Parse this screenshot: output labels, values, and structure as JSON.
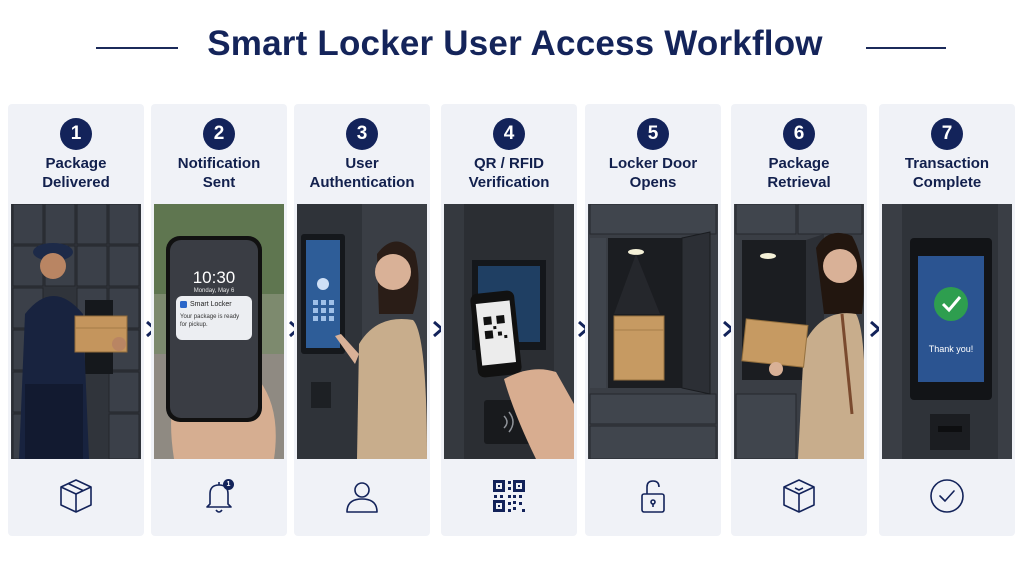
{
  "title": "Smart Locker User Access Workflow",
  "steps": [
    {
      "number": "1",
      "line1": "Package",
      "line2": "Delivered",
      "icon": "package-icon"
    },
    {
      "number": "2",
      "line1": "Notification",
      "line2": "Sent",
      "icon": "bell-icon"
    },
    {
      "number": "3",
      "line1": "User",
      "line2": "Authentication",
      "icon": "user-icon"
    },
    {
      "number": "4",
      "line1": "QR / RFID",
      "line2": "Verification",
      "icon": "qr-code-icon"
    },
    {
      "number": "5",
      "line1": "Locker Door",
      "line2": "Opens",
      "icon": "unlock-icon"
    },
    {
      "number": "6",
      "line1": "Package",
      "line2": "Retrieval",
      "icon": "package-icon"
    },
    {
      "number": "7",
      "line1": "Transaction",
      "line2": "Complete",
      "icon": "check-circle-icon"
    }
  ],
  "phone": {
    "time": "10:30",
    "date": "Monday, May 6",
    "app": "Smart Locker",
    "message_line1": "Your package is ready",
    "message_line2": "for pickup."
  },
  "kiosk": {
    "thank_you": "Thank you!"
  },
  "bell_badge": "1",
  "colors": {
    "navy": "#13235a",
    "panel": "#f0f2f7",
    "success": "#2e9e4f",
    "locker": "#33373e"
  }
}
